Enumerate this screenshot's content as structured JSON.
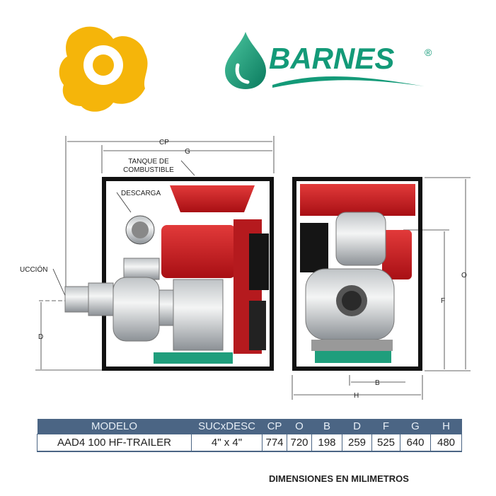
{
  "brand": {
    "name": "BARNES",
    "registered": "®",
    "color_green": "#139a78",
    "color_yellow": "#f5b50a"
  },
  "diagram": {
    "labels": {
      "cp": "CP",
      "g": "G",
      "fuel_tank": [
        "TANQUE DE",
        "COMBUSTIBLE"
      ],
      "discharge": "DESCARGA",
      "suction": "UCCIÓN",
      "d": "D",
      "o": "O",
      "f": "F",
      "b": "B",
      "h": "H"
    }
  },
  "table": {
    "headers": [
      "MODELO",
      "SUCxDESC",
      "CP",
      "O",
      "B",
      "D",
      "F",
      "G",
      "H"
    ],
    "rows": [
      [
        "AAD4 100 HF-TRAILER",
        "4\" x 4\"",
        "774",
        "720",
        "198",
        "259",
        "525",
        "640",
        "480"
      ]
    ]
  },
  "note": "DIMENSIONES EN MILIMETROS"
}
